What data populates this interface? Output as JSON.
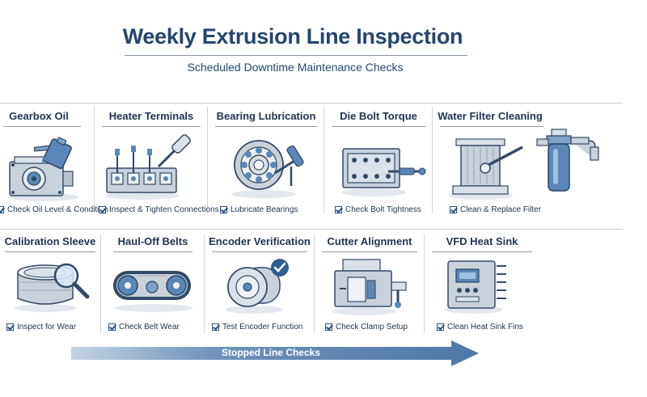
{
  "header": {
    "title": "Weekly Extrusion Line Inspection",
    "subtitle": "Scheduled Downtime Maintenance Checks"
  },
  "cards_row1": [
    {
      "title": "Gearbox Oil",
      "icon": "gearbox-oil-icon",
      "check": "Check Oil Level & Condition"
    },
    {
      "title": "Heater Terminals",
      "icon": "heater-terminals-icon",
      "check": "Inspect & Tighten Connections"
    },
    {
      "title": "Bearing Lubrication",
      "icon": "bearing-icon",
      "check": "Lubricate Bearings"
    },
    {
      "title": "Die Bolt Torque",
      "icon": "die-bolt-icon",
      "check": "Check Bolt Tightness"
    },
    {
      "title": "Water Filter Cleaning",
      "icon": "water-filter-icon",
      "check": "Clean & Replace Filter"
    }
  ],
  "cards_row2": [
    {
      "title": "Calibration Sleeve",
      "icon": "calibration-sleeve-icon",
      "check": "Inspect for Wear"
    },
    {
      "title": "Haul-Off Belts",
      "icon": "haul-off-belts-icon",
      "check": "Check Belt Wear"
    },
    {
      "title": "Encoder Verification",
      "icon": "encoder-icon",
      "check": "Test Encoder Function"
    },
    {
      "title": "Cutter Alignment",
      "icon": "cutter-icon",
      "check": "Check Clamp Setup"
    },
    {
      "title": "VFD Heat Sink",
      "icon": "vfd-heat-sink-icon",
      "check": "Clean Heat Sink Fins"
    }
  ],
  "footer": {
    "arrow_label": "Stopped Line Checks"
  },
  "colors": {
    "title": "#24466f",
    "accent_blue": "#5a87b8",
    "steel": "#c9d1db",
    "arrow": "#6f93bb"
  }
}
